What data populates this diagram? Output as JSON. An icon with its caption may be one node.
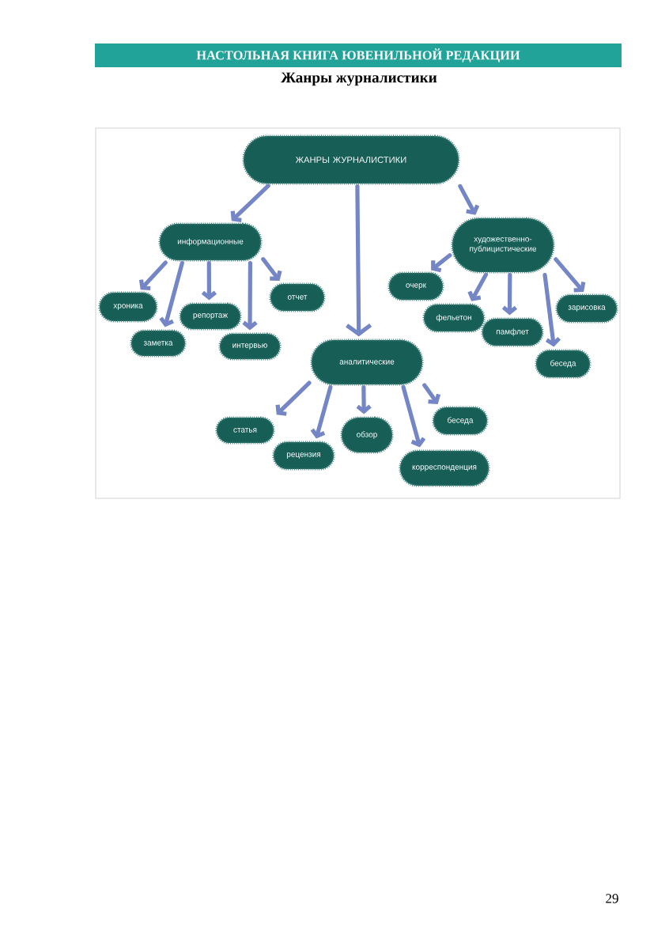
{
  "diagram": {
    "title": "Жанры журналистики",
    "nodes": [
      {
        "text": [
          "ЖАНРЫ ЖУРНАЛИСТИКИ"
        ]
      },
      {
        "text": [
          "информационные"
        ]
      },
      {
        "text": [
          "художественно-публицистические"
        ]
      },
      {
        "text": [
          "аналитические"
        ]
      },
      {
        "text": [
          "хроника"
        ]
      },
      {
        "text": [
          "заметка"
        ]
      },
      {
        "text": [
          "репортаж"
        ]
      },
      {
        "text": [
          "интервью"
        ]
      },
      {
        "text": [
          "отчет"
        ]
      },
      {
        "text": [
          "очерк"
        ]
      },
      {
        "text": [
          "фельетон"
        ]
      },
      {
        "text": [
          "памфлет"
        ]
      },
      {
        "text": [
          "зарисовка"
        ]
      },
      {
        "text": [
          "беседа"
        ]
      },
      {
        "text": [
          "статья"
        ]
      },
      {
        "text": [
          "рецензия"
        ]
      },
      {
        "text": [
          "обзор"
        ]
      },
      {
        "text": [
          "беседа"
        ]
      },
      {
        "text": [
          "корреспонденция"
        ]
      }
    ],
    "edges": [
      {
        "from": 0,
        "to": 1,
        "arrow": "to"
      },
      {
        "from": 0,
        "to": 2,
        "arrow": "to"
      },
      {
        "from": 0,
        "to": 3,
        "arrow": "to"
      },
      {
        "from": 1,
        "to": 4,
        "arrow": "to"
      },
      {
        "from": 1,
        "to": 5,
        "arrow": "to"
      },
      {
        "from": 1,
        "to": 6,
        "arrow": "to"
      },
      {
        "from": 1,
        "to": 7,
        "arrow": "to"
      },
      {
        "from": 1,
        "to": 8,
        "arrow": "to"
      },
      {
        "from": 2,
        "to": 9,
        "arrow": "to"
      },
      {
        "from": 2,
        "to": 10,
        "arrow": "to"
      },
      {
        "from": 2,
        "to": 11,
        "arrow": "to"
      },
      {
        "from": 2,
        "to": 12,
        "arrow": "to"
      },
      {
        "from": 2,
        "to": 13,
        "arrow": "to"
      },
      {
        "from": 3,
        "to": 14,
        "arrow": "to"
      },
      {
        "from": 3,
        "to": 15,
        "arrow": "to"
      },
      {
        "from": 3,
        "to": 16,
        "arrow": "to"
      },
      {
        "from": 3,
        "to": 17,
        "arrow": "to"
      },
      {
        "from": 3,
        "to": 18,
        "arrow": "to"
      }
    ],
    "labels": [
      "НАСТОЛЬНАЯ КНИГА ЮВЕНИЛЬНОЙ РЕДАКЦИИ",
      "29"
    ]
  }
}
